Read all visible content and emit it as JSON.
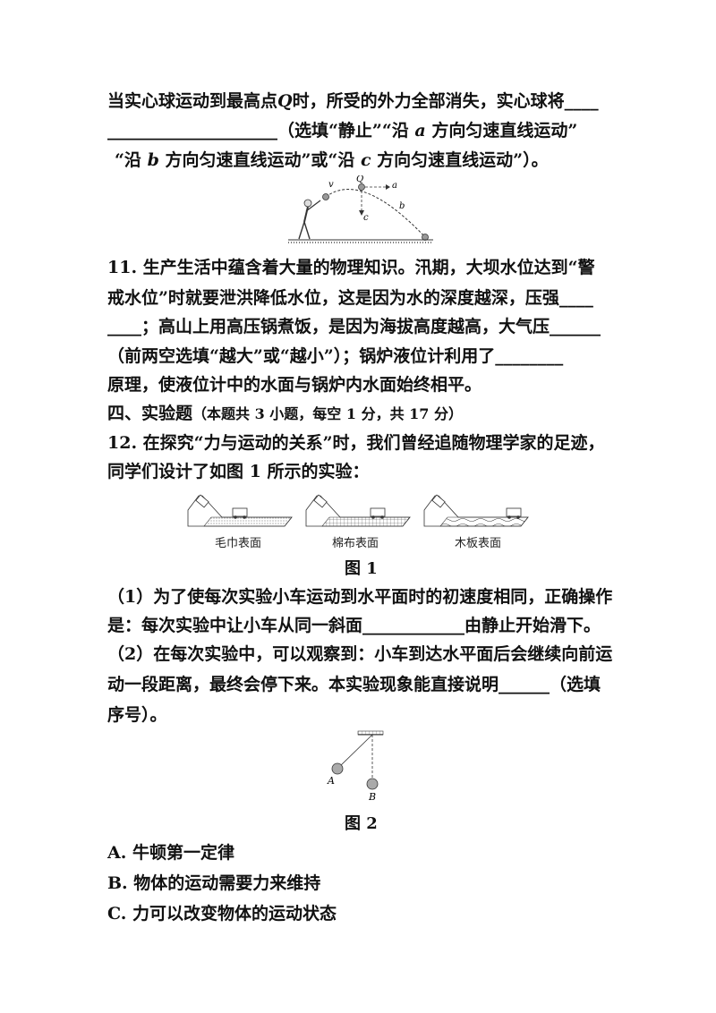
{
  "q10": {
    "line1_a": "当实心球运动到最高点",
    "line1_var": "Q",
    "line1_b": "时，所受的外力全部消失，实心球将____",
    "line2": "____________________（选填“静止”“沿",
    "line2_var": "a",
    "line2_b": "方向匀速直线运动”",
    "line3_a": "“沿",
    "line3_var_b": "b",
    "line3_b": "方向匀速直线运动”或“沿",
    "line3_var_c": "c",
    "line3_c": "方向匀速直线运动”）。",
    "fig_labels": {
      "v": "v",
      "q": "Q",
      "a": "a",
      "b": "b",
      "c": "c"
    }
  },
  "q11": {
    "line1": "11. 生产生活中蕴含着大量的物理知识。汛期，大坝水位达到“警",
    "line2": "戒水位”时就要泄洪降低水位，这是因为水的深度越深，压强____",
    "line3": "____；高山上用高压锅煮饭，是因为海拔高度越高，大气压______",
    "line4": "（前两空选填“越大”或“越小”）；锅炉液位计利用了________",
    "line5": "原理，使液位计中的水面与锅炉内水面始终相平。"
  },
  "section4": {
    "title": "四、实验题",
    "note": "（本题共 3 小题，每空 1 分，共 17 分）"
  },
  "q12": {
    "line1": "12. 在探究“力与运动的关系”时，我们曾经追随物理学家的足迹，",
    "line2": "同学们设计了如图 1 所示的实验：",
    "surfaces": [
      "毛巾表面",
      "棉布表面",
      "木板表面"
    ],
    "fig1": "图 1",
    "p1_line1": "（1）为了使每次实验小车运动到水平面时的初速度相同，正确操作",
    "p1_line2": "是：每次实验中让小车从同一斜面____________由静止开始滑下。",
    "p2_line1": "（2）在每次实验中，可以观察到：小车到达水平面后会继续向前运",
    "p2_line2": "动一段距离，最终会停下来。本实验现象能直接说明______（选填",
    "p2_line3": "序号）。",
    "fig2_labels": {
      "a": "A",
      "b": "B"
    },
    "fig2": "图 2",
    "options": [
      "A. 牛顿第一定律",
      "B. 物体的运动需要力来维持",
      "C. 力可以改变物体的运动状态"
    ]
  }
}
